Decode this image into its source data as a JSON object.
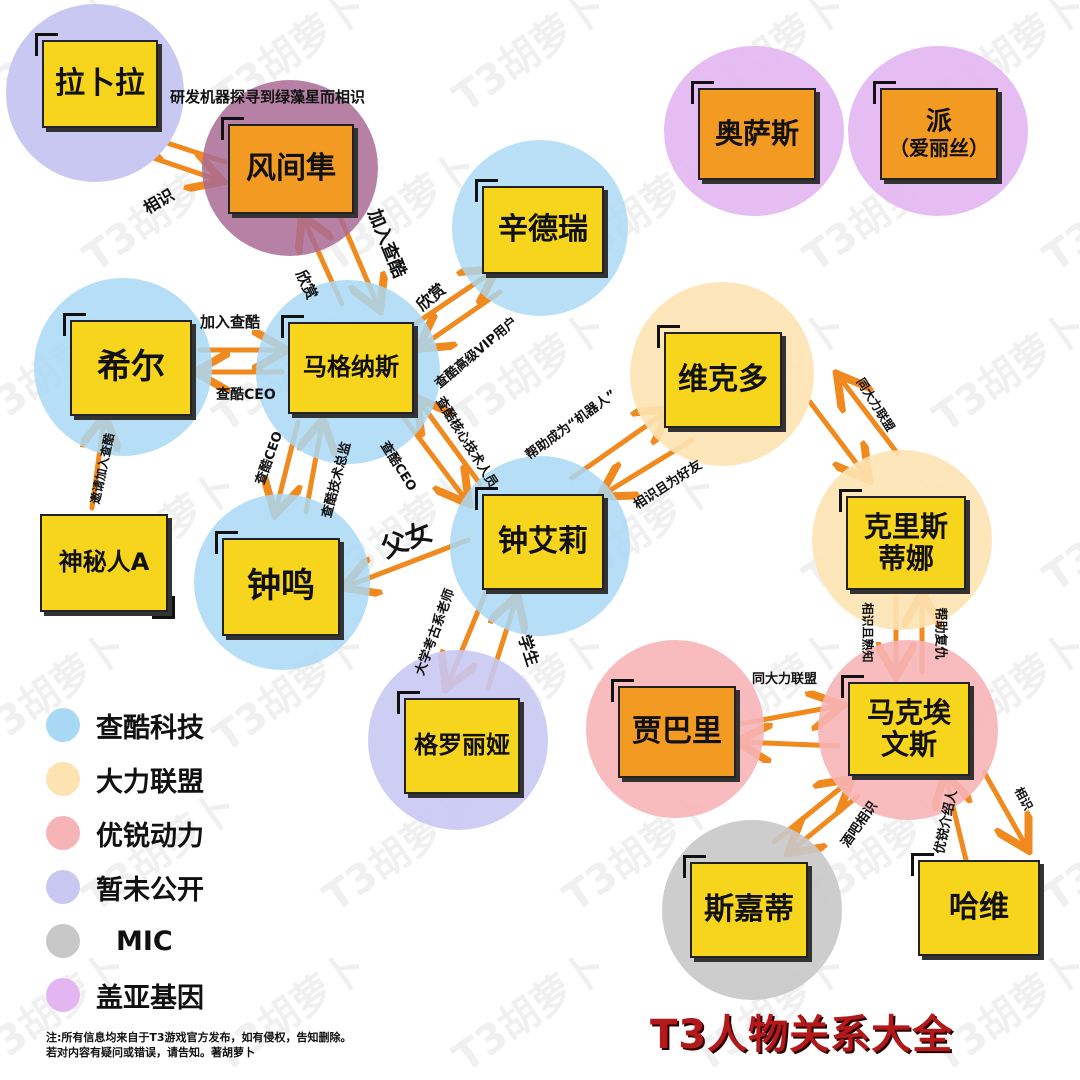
{
  "watermark": "T3胡萝卜",
  "colors": {
    "chaku": "#a9d8f5",
    "dali": "#fde3b2",
    "yourui": "#f7b4b7",
    "unknown": "#c9c8f2",
    "mic": "#c8c8c8",
    "gaia": "#e3b6f2",
    "fengjian": "#a96b95",
    "arrow": "#f08a1e",
    "title": "#b3181a"
  },
  "characters": {
    "labula": "拉卜拉",
    "fengjiansun": "风间隼",
    "xinderui": "辛德瑞",
    "xier": "希尔",
    "magenasi": "马格纳斯",
    "zhongming": "钟鸣",
    "zhongaili": "钟艾莉",
    "mystery_a": "神秘人A",
    "geluoliya": "格罗丽娅",
    "weikeduo": "维克多",
    "kelisitina": "克里斯蒂娜",
    "makeaiwensi": "马克埃文斯",
    "jiabali": "贾巴里",
    "sijiadi": "斯嘉蒂",
    "hawei": "哈维",
    "aosasi": "奥萨斯",
    "pai": "派",
    "pai_note": "（爱丽丝）"
  },
  "relations": {
    "fengjian_labula_research": "研发机器探寻到绿藻星而相识",
    "fengjian_labula_met": "相识",
    "fengjian_to_magenasi": "加入查酷",
    "magenasi_to_fengjian": "欣赏",
    "magenasi_to_xinderui": "欣赏",
    "xinderui_to_magenasi": "查酷高级VIP用户",
    "xier_to_magenasi": "加入查酷",
    "magenasi_to_xier": "查酷CEO",
    "mystery_to_xier": "邀请加入查酷",
    "zhongming_to_magenasi": "查酷CEO",
    "magenasi_to_zhongming": "查酷技术总监",
    "zhongaili_to_magenasi": "查酷CEO",
    "magenasi_to_zhongaili": "查酷核心技术人员",
    "zhongaili_zhongming": "父女",
    "zhongaili_to_weikeduo": "帮助成为“机器人”",
    "weikeduo_to_zhongaili": "相识且为好友",
    "zhongaili_to_geluoliya": "大学考古系老师",
    "geluoliya_to_zhongaili": "学生",
    "weikeduo_kelisitina": "同大力联盟",
    "kelisitina_to_makeaiwensi": "相识且熟知",
    "makeaiwensi_to_kelisitina": "帮助复仇",
    "jiabali_makeaiwensi": "同大力联盟",
    "sijiadi_makeaiwensi": "酒吧相识",
    "hawei_to_makeaiwensi": "优锐介绍人",
    "makeaiwensi_to_hawei": "相识"
  },
  "legend": [
    {
      "label": "查酷科技",
      "color": "#a9d8f5"
    },
    {
      "label": "大力联盟",
      "color": "#fde3b2"
    },
    {
      "label": "优锐动力",
      "color": "#f7b4b7"
    },
    {
      "label": "暂未公开",
      "color": "#c9c8f2"
    },
    {
      "label": "MIC",
      "color": "#c8c8c8"
    },
    {
      "label": "盖亚基因",
      "color": "#e3b6f2"
    }
  ],
  "note": {
    "line1": "注:所有信息均来自于T3游戏官方发布，如有侵权，告知删除。",
    "line2": "若对内容有疑问或错误，请告知。著胡萝卜"
  },
  "title": "T3人物关系大全"
}
